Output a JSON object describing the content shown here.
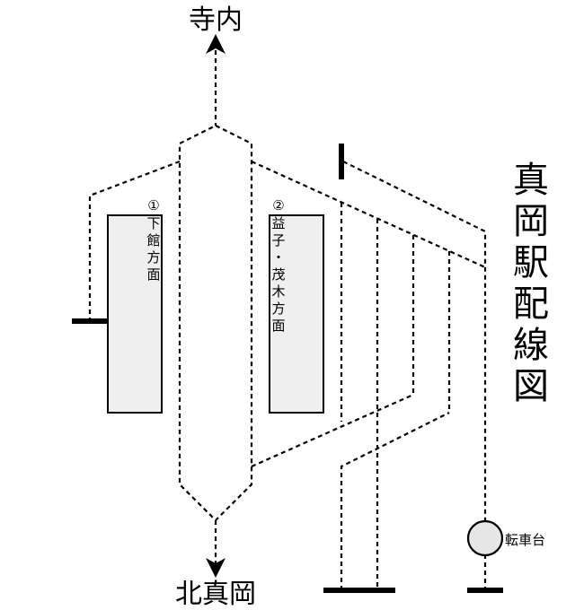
{
  "diagram": {
    "title_chars": [
      "真",
      "岡",
      "駅",
      "配",
      "線",
      "図"
    ],
    "direction_north": "寺内",
    "direction_south": "北真岡",
    "turntable_label": "転車台",
    "platform1": {
      "number": "①",
      "chars": [
        "下",
        "館",
        "方",
        "面"
      ]
    },
    "platform2": {
      "number": "②",
      "chars": [
        "益",
        "子",
        "・",
        "茂",
        "木",
        "方",
        "面"
      ]
    },
    "colors": {
      "line": "#000000",
      "platform_fill": "#efefef",
      "turntable_fill": "#e6e6e6"
    }
  }
}
